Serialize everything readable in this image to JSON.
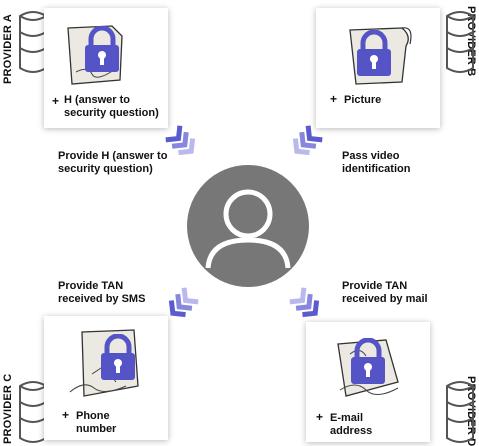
{
  "providers": {
    "a": {
      "label": "PROVIDER A",
      "item": "H (answer to security question)",
      "item_lines": [
        "H (answer to",
        "security question)"
      ],
      "step": [
        "Provide H (answer to",
        "security question)"
      ]
    },
    "b": {
      "label": "PROVIDER B",
      "item": "Picture",
      "step": [
        "Pass video",
        "identification"
      ]
    },
    "c": {
      "label": "PROVIDER C",
      "item_lines": [
        "Phone",
        "number"
      ],
      "step": [
        "Provide TAN",
        "received by SMS"
      ]
    },
    "d": {
      "label": "PROVIDER D",
      "item_lines": [
        "E-mail",
        "address"
      ],
      "step": [
        "Provide TAN",
        "received by mail"
      ]
    }
  },
  "plus_symbol": "+",
  "icons": {
    "database": "database-icon",
    "lock": "padlock-icon",
    "document": "document-icon",
    "user": "user-avatar-icon",
    "arrow": "chevron-arrow-icon"
  },
  "colors": {
    "lock": "#5454c6",
    "chevron_dark": "#5b5bd0",
    "chevron_light": "#b9b9ee",
    "avatar_bg": "#777777",
    "avatar_fg": "#ffffff",
    "db_stroke": "#555555"
  }
}
